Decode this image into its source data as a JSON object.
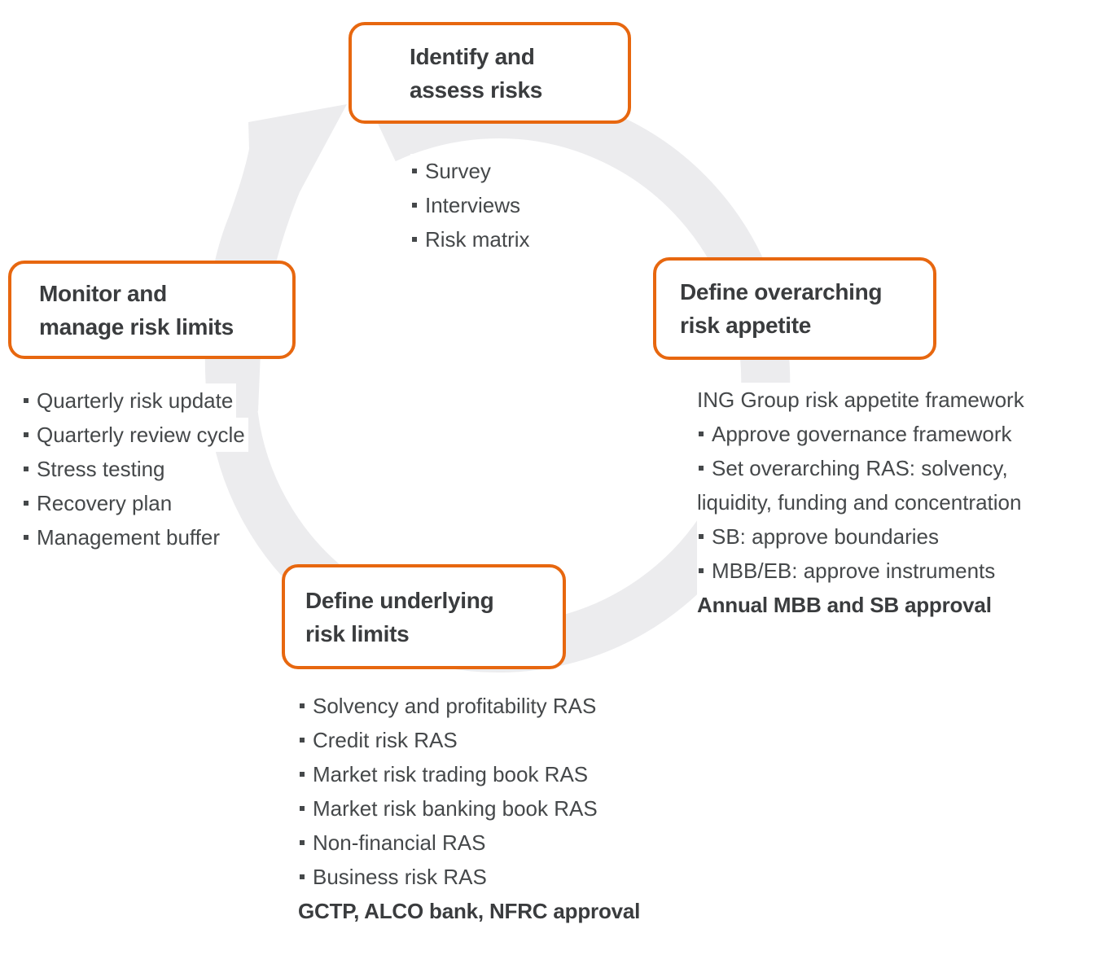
{
  "diagram": {
    "type": "cycle",
    "colors": {
      "accent_orange": "#e7670f",
      "ring_gray": "#ececee",
      "title_text": "#3a3c3e",
      "body_text": "#45484a",
      "background": "#ffffff"
    },
    "stages": {
      "identify": {
        "title_lines": [
          "Identify and",
          "assess risks"
        ],
        "items": [
          {
            "text": "Survey",
            "bullet": true
          },
          {
            "text": "Interviews",
            "bullet": true
          },
          {
            "text": "Risk matrix",
            "bullet": true
          }
        ]
      },
      "overarching": {
        "title_lines": [
          "Define overarching",
          "risk appetite"
        ],
        "items": [
          {
            "text": "ING Group risk appetite framework",
            "bullet": false
          },
          {
            "text": "Approve governance framework",
            "bullet": true
          },
          {
            "text": "Set overarching RAS: solvency,",
            "bullet": true
          },
          {
            "text": "liquidity, funding and concentration",
            "bullet": false
          },
          {
            "text": "SB: approve boundaries",
            "bullet": true
          },
          {
            "text": "MBB/EB: approve instruments",
            "bullet": true
          },
          {
            "text": "Annual MBB and SB approval",
            "bullet": false,
            "bold": true
          }
        ]
      },
      "underlying": {
        "title_lines": [
          "Define underlying",
          "risk limits"
        ],
        "items": [
          {
            "text": "Solvency and profitability RAS",
            "bullet": true
          },
          {
            "text": "Credit risk RAS",
            "bullet": true
          },
          {
            "text": "Market risk trading book RAS",
            "bullet": true
          },
          {
            "text": "Market risk banking book RAS",
            "bullet": true
          },
          {
            "text": "Non-financial RAS",
            "bullet": true
          },
          {
            "text": "Business risk RAS",
            "bullet": true
          },
          {
            "text": "GCTP, ALCO bank, NFRC approval",
            "bullet": false,
            "bold": true
          }
        ]
      },
      "monitor": {
        "title_lines": [
          "Monitor and",
          "manage risk limits"
        ],
        "items": [
          {
            "text": "Quarterly risk update",
            "bullet": true
          },
          {
            "text": "Quarterly review cycle",
            "bullet": true
          },
          {
            "text": "Stress testing",
            "bullet": true
          },
          {
            "text": "Recovery plan",
            "bullet": true
          },
          {
            "text": "Management buffer",
            "bullet": true
          }
        ]
      }
    }
  }
}
